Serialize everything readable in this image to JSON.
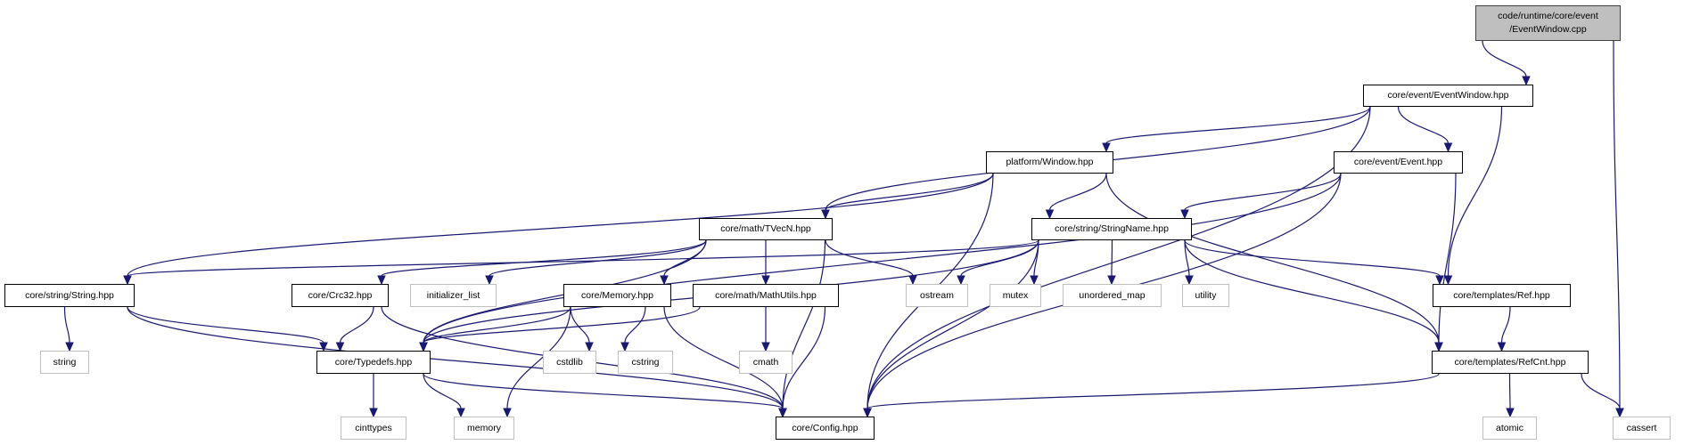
{
  "graph": {
    "edge_color": "#191970",
    "root_fill": "#bfbfbf",
    "external_border": "#bfbfbf",
    "root": {
      "id": "root",
      "line1": "code/runtime/core/event",
      "line2": "/EventWindow.cpp"
    },
    "nodes": [
      {
        "id": "eventwindow_hpp",
        "label": "core/event/EventWindow.hpp",
        "kind": "header"
      },
      {
        "id": "window_hpp",
        "label": "platform/Window.hpp",
        "kind": "header"
      },
      {
        "id": "event_hpp",
        "label": "core/event/Event.hpp",
        "kind": "header"
      },
      {
        "id": "tvecn_hpp",
        "label": "core/math/TVecN.hpp",
        "kind": "header"
      },
      {
        "id": "stringname_hpp",
        "label": "core/string/StringName.hpp",
        "kind": "header"
      },
      {
        "id": "string_hpp",
        "label": "core/string/String.hpp",
        "kind": "header"
      },
      {
        "id": "crc32_hpp",
        "label": "core/Crc32.hpp",
        "kind": "header"
      },
      {
        "id": "initializer_list",
        "label": "initializer_list",
        "kind": "external"
      },
      {
        "id": "memory_hpp",
        "label": "core/Memory.hpp",
        "kind": "header"
      },
      {
        "id": "mathutils_hpp",
        "label": "core/math/MathUtils.hpp",
        "kind": "header"
      },
      {
        "id": "ostream",
        "label": "ostream",
        "kind": "external"
      },
      {
        "id": "mutex",
        "label": "mutex",
        "kind": "external"
      },
      {
        "id": "unordered_map",
        "label": "unordered_map",
        "kind": "external"
      },
      {
        "id": "utility",
        "label": "utility",
        "kind": "external"
      },
      {
        "id": "ref_hpp",
        "label": "core/templates/Ref.hpp",
        "kind": "header"
      },
      {
        "id": "string",
        "label": "string",
        "kind": "external"
      },
      {
        "id": "typedefs_hpp",
        "label": "core/Typedefs.hpp",
        "kind": "header"
      },
      {
        "id": "cstdlib",
        "label": "cstdlib",
        "kind": "external"
      },
      {
        "id": "cstring",
        "label": "cstring",
        "kind": "external"
      },
      {
        "id": "cmath",
        "label": "cmath",
        "kind": "external"
      },
      {
        "id": "refcnt_hpp",
        "label": "core/templates/RefCnt.hpp",
        "kind": "header"
      },
      {
        "id": "cinttypes",
        "label": "cinttypes",
        "kind": "external"
      },
      {
        "id": "memory",
        "label": "memory",
        "kind": "external"
      },
      {
        "id": "config_hpp",
        "label": "core/Config.hpp",
        "kind": "header"
      },
      {
        "id": "atomic",
        "label": "atomic",
        "kind": "external"
      },
      {
        "id": "cassert",
        "label": "cassert",
        "kind": "external"
      }
    ],
    "edges": [
      [
        "root",
        "eventwindow_hpp"
      ],
      [
        "root",
        "cassert"
      ],
      [
        "eventwindow_hpp",
        "tvecn_hpp"
      ],
      [
        "eventwindow_hpp",
        "window_hpp"
      ],
      [
        "eventwindow_hpp",
        "event_hpp"
      ],
      [
        "eventwindow_hpp",
        "ref_hpp"
      ],
      [
        "eventwindow_hpp",
        "config_hpp"
      ],
      [
        "window_hpp",
        "string_hpp"
      ],
      [
        "window_hpp",
        "tvecn_hpp"
      ],
      [
        "window_hpp",
        "stringname_hpp"
      ],
      [
        "window_hpp",
        "refcnt_hpp"
      ],
      [
        "window_hpp",
        "config_hpp"
      ],
      [
        "event_hpp",
        "typedefs_hpp"
      ],
      [
        "event_hpp",
        "stringname_hpp"
      ],
      [
        "event_hpp",
        "config_hpp"
      ],
      [
        "event_hpp",
        "refcnt_hpp"
      ],
      [
        "tvecn_hpp",
        "typedefs_hpp"
      ],
      [
        "tvecn_hpp",
        "crc32_hpp"
      ],
      [
        "tvecn_hpp",
        "initializer_list"
      ],
      [
        "tvecn_hpp",
        "memory_hpp"
      ],
      [
        "tvecn_hpp",
        "mathutils_hpp"
      ],
      [
        "tvecn_hpp",
        "ostream"
      ],
      [
        "tvecn_hpp",
        "config_hpp"
      ],
      [
        "stringname_hpp",
        "string_hpp"
      ],
      [
        "stringname_hpp",
        "typedefs_hpp"
      ],
      [
        "stringname_hpp",
        "ostream"
      ],
      [
        "stringname_hpp",
        "mutex"
      ],
      [
        "stringname_hpp",
        "unordered_map"
      ],
      [
        "stringname_hpp",
        "utility"
      ],
      [
        "stringname_hpp",
        "ref_hpp"
      ],
      [
        "stringname_hpp",
        "refcnt_hpp"
      ],
      [
        "stringname_hpp",
        "config_hpp"
      ],
      [
        "string_hpp",
        "string"
      ],
      [
        "string_hpp",
        "typedefs_hpp"
      ],
      [
        "string_hpp",
        "config_hpp"
      ],
      [
        "crc32_hpp",
        "typedefs_hpp"
      ],
      [
        "crc32_hpp",
        "config_hpp"
      ],
      [
        "memory_hpp",
        "typedefs_hpp"
      ],
      [
        "memory_hpp",
        "cstdlib"
      ],
      [
        "memory_hpp",
        "cstring"
      ],
      [
        "memory_hpp",
        "memory"
      ],
      [
        "memory_hpp",
        "config_hpp"
      ],
      [
        "mathutils_hpp",
        "typedefs_hpp"
      ],
      [
        "mathutils_hpp",
        "cmath"
      ],
      [
        "mathutils_hpp",
        "config_hpp"
      ],
      [
        "typedefs_hpp",
        "cinttypes"
      ],
      [
        "typedefs_hpp",
        "memory"
      ],
      [
        "typedefs_hpp",
        "config_hpp"
      ],
      [
        "ref_hpp",
        "refcnt_hpp"
      ],
      [
        "refcnt_hpp",
        "atomic"
      ],
      [
        "refcnt_hpp",
        "cassert"
      ],
      [
        "refcnt_hpp",
        "config_hpp"
      ]
    ]
  }
}
